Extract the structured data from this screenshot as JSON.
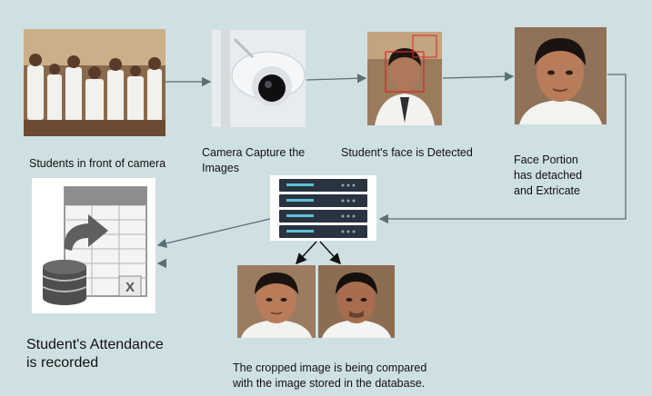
{
  "captions": {
    "students": "Students in front of camera",
    "camera_line1": "Camera Capture the",
    "camera_line2": "Images",
    "detected": "Student's face is Detected",
    "face_line1": "Face Portion",
    "face_line2": "has detached",
    "face_line3": "and Extricate",
    "attendance_line1": "Student's Attendance",
    "attendance_line2": "is recorded",
    "compare_line1": "The cropped image is being compared",
    "compare_line2": "with the image stored in the database."
  },
  "icons": {
    "spreadsheet_icon": "excel-database-icon",
    "server_icon": "server-rack-icon",
    "camera_icon": "cctv-dome-camera-icon"
  },
  "colors": {
    "background": "#cfe0e3",
    "arrow": "#5a6e73",
    "detection_box": "#e02424"
  }
}
